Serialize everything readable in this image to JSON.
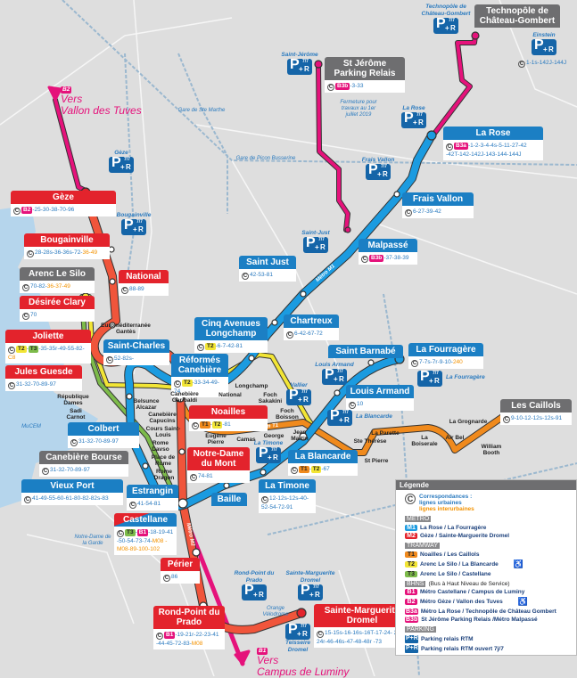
{
  "colors": {
    "metro1": "#1b7fc4",
    "metro2": "#e3232c",
    "tram1": "#f08a1d",
    "tram2": "#f2e535",
    "tram3": "#7dbb4a",
    "bhns": "#e5127b",
    "parking": "#1565a8",
    "water": "#b5d5ec"
  },
  "stations": [
    {
      "id": "geze",
      "name": "Gèze",
      "hd": "m2",
      "badges": [
        "B2"
      ],
      "lines": "25-30-38-70-96",
      "inter": ""
    },
    {
      "id": "bougainville",
      "name": "Bougainville",
      "hd": "m2",
      "badges": [],
      "lines": "28-28s-36-36s-72-",
      "inter": "36-49"
    },
    {
      "id": "national",
      "name": "National",
      "hd": "m2",
      "badges": [],
      "lines": "88-89",
      "inter": ""
    },
    {
      "id": "arenc",
      "name": "Arenc Le Silo",
      "hd": "grey",
      "badges": [],
      "lines": "70-82-",
      "inter": "36-37-49"
    },
    {
      "id": "clary",
      "name": "Désirée Clary",
      "hd": "m2",
      "badges": [],
      "lines": "70",
      "inter": ""
    },
    {
      "id": "joliette",
      "name": "Joliette",
      "hd": "m2",
      "badges": [
        "T2",
        "T3"
      ],
      "lines": "35-35r-49-55-82-",
      "inter": "C8"
    },
    {
      "id": "guesde",
      "name": "Jules Guesde",
      "hd": "m2",
      "badges": [],
      "lines": "31-32-70-89-97",
      "inter": ""
    },
    {
      "id": "stcharles",
      "name": "Saint-Charles",
      "hd": "m1",
      "badges": [],
      "lines": "52-82s-",
      "inter": ""
    },
    {
      "id": "colbert",
      "name": "Colbert",
      "hd": "m1",
      "badges": [],
      "lines": "31-32-70-89-97",
      "inter": ""
    },
    {
      "id": "bourse",
      "name": "Canebière Bourse",
      "hd": "grey",
      "badges": [],
      "lines": "31-32-70-89-97",
      "inter": ""
    },
    {
      "id": "vieuxport",
      "name": "Vieux Port",
      "hd": "m1",
      "badges": [],
      "lines": "41-49-55-60-61-80-82-82s-83",
      "inter": ""
    },
    {
      "id": "estrangin",
      "name": "Estrangin",
      "hd": "m1",
      "badges": [],
      "lines": "41-54-81",
      "inter": ""
    },
    {
      "id": "castellane",
      "name": "Castellane",
      "hd": "mix",
      "badges": [
        "T3",
        "B1"
      ],
      "lines": "18-19-41 -50-54-73-74-",
      "inter": "M08 -M08-89-100-102"
    },
    {
      "id": "perier",
      "name": "Périer",
      "hd": "m2",
      "badges": [],
      "lines": "86",
      "inter": ""
    },
    {
      "id": "prado",
      "name": "Rond-Point du Prado",
      "hd": "m2",
      "badges": [
        "B1"
      ],
      "lines": "19-21r-22-23-41 -44-45-72-83-",
      "inter": "M08"
    },
    {
      "id": "dromel",
      "name": "Sainte-Marguerite Dromel",
      "hd": "m2",
      "badges": [],
      "lines": "15-15s-16-16s-16T-17-24- 24s-24r-46-46s-47-48-48r -73",
      "inter": ""
    },
    {
      "id": "reformes",
      "name": "Réformés Canebière",
      "hd": "m1",
      "badges": [
        "T2"
      ],
      "lines": "33-34-49-74",
      "inter": ""
    },
    {
      "id": "noailles",
      "name": "Noailles",
      "hd": "m2",
      "badges": [
        "T1",
        "T2"
      ],
      "lines": "81",
      "inter": ""
    },
    {
      "id": "ndmont",
      "name": "Notre-Dame du Mont",
      "hd": "m2",
      "badges": [],
      "lines": "74-81",
      "inter": ""
    },
    {
      "id": "cinqav",
      "name": "Cinq Avenues Longchamp",
      "hd": "m1",
      "badges": [
        "T2"
      ],
      "lines": "6-7-42-81",
      "inter": ""
    },
    {
      "id": "chartreux",
      "name": "Chartreux",
      "hd": "m1",
      "badges": [],
      "lines": "6-42-67-72",
      "inter": ""
    },
    {
      "id": "saintjust",
      "name": "Saint Just",
      "hd": "m1",
      "badges": [],
      "lines": "42-53-81",
      "inter": ""
    },
    {
      "id": "malpasse",
      "name": "Malpassé",
      "hd": "m1",
      "badges": [
        "B3b"
      ],
      "lines": "37-38-39",
      "inter": ""
    },
    {
      "id": "fraisvallon",
      "name": "Frais Vallon",
      "hd": "m1",
      "badges": [],
      "lines": "6-27-39-42",
      "inter": ""
    },
    {
      "id": "larose",
      "name": "La Rose",
      "hd": "m1",
      "badges": [
        "B3a"
      ],
      "lines": "1-2-3-4-4s-5-11-27-42 -42T-142-142J-143-144-144J",
      "inter": ""
    },
    {
      "id": "stjerome",
      "name": "St Jérôme Parking Relais",
      "hd": "grey",
      "badges": [
        "B3b"
      ],
      "lines": "3-33",
      "inter": ""
    },
    {
      "id": "techno",
      "name": "Technopôle de Château-Gombert",
      "hd": "grey",
      "badges": [],
      "lines": null,
      "inter": ""
    },
    {
      "id": "barnabe",
      "name": "Saint Barnabé",
      "hd": "m1",
      "badges": [],
      "lines": null,
      "inter": ""
    },
    {
      "id": "fourragere",
      "name": "La Fourragère",
      "hd": "m1",
      "badges": [],
      "lines": "7-7s-7r-9-10-",
      "inter": "240"
    },
    {
      "id": "louisarmand",
      "name": "Louis Armand",
      "hd": "m1",
      "badges": [],
      "lines": "10",
      "inter": ""
    },
    {
      "id": "blancarde",
      "name": "La Blancarde",
      "hd": "m1",
      "badges": [
        "T1",
        "T2"
      ],
      "lines": "67",
      "inter": ""
    },
    {
      "id": "timone",
      "name": "La Timone",
      "hd": "m1",
      "badges": [],
      "lines": "12-12s-12s-40- 52-54-72-91",
      "inter": ""
    },
    {
      "id": "baille",
      "name": "Baille",
      "hd": "m1",
      "badges": [],
      "lines": null,
      "inter": ""
    },
    {
      "id": "caillols",
      "name": "Les Caillols",
      "hd": "grey",
      "badges": [],
      "lines": "9-10-12-12s-12s-91",
      "inter": ""
    }
  ],
  "einstein_lines": "1-1s-142J-144J",
  "small_stops": [
    "Euroméditerranée Gantès",
    "République Dames",
    "Sadi Carnot",
    "Belsunce Alcazar",
    "Canebière Capucins",
    "Cours Saint-Louis",
    "Rome Davso",
    "Place de Rome",
    "Rome Dragon",
    "Canebière Garibaldi",
    "National",
    "Longchamp",
    "Foch Sakakini",
    "Foch Boisson",
    "Eugène Pierre",
    "Camas",
    "George",
    "Jean Martin",
    "La Parette",
    "Ste Thérèse",
    "St Pierre",
    "La Boiserale",
    "Air Bel",
    "La Grognarde",
    "William Booth"
  ],
  "places": [
    "Gare de Ste Marthe",
    "Gare de Picon Busserine",
    "MuCEM",
    "Notre-Dame de la Garde",
    "Orange Vélodrome",
    "Fermeture pour travaux au 1er juillet 2019"
  ],
  "parkings": [
    {
      "label": "Gèze",
      "s77": true
    },
    {
      "label": "Bougainville",
      "s77": true
    },
    {
      "label": "Saint-Jérôme",
      "s77": true
    },
    {
      "label": "Technopôle de Château-Gombert",
      "s77": true
    },
    {
      "label": "Einstein",
      "s77": false
    },
    {
      "label": "La Rose",
      "s77": true
    },
    {
      "label": "Frais Vallon",
      "s77": true
    },
    {
      "label": "Saint-Just",
      "s77": true
    },
    {
      "label": "Vallier",
      "s77": true
    },
    {
      "label": "Louis Armand",
      "s77": true
    },
    {
      "label": "La Fourragère",
      "s77": true
    },
    {
      "label": "La Blancarde",
      "s77": true
    },
    {
      "label": "La Timone",
      "s77": true
    },
    {
      "label": "Rond-Point du Prado",
      "s77": false
    },
    {
      "label": "Sainte-Marguerite Dromel",
      "s77": true
    },
    {
      "label": "Teisseire Dromel",
      "s77": true
    }
  ],
  "line_names": {
    "m1": "Métro M1",
    "m2": "Métro M2",
    "t1": "Tram T1"
  },
  "vers": [
    {
      "badge": "B2",
      "line1": "Vers",
      "line2": "Vallon des Tuves"
    },
    {
      "badge": "B1",
      "line1": "Vers",
      "line2": "Campus de Luminy"
    }
  ],
  "legend": {
    "title": "Légende",
    "corr": "Correspondances :",
    "urban": "lignes urbaines",
    "inter": "lignes interurbaines",
    "metro": "METRO",
    "m": [
      {
        "b": "M1",
        "t": "La Rose / La Fourragère"
      },
      {
        "b": "M2",
        "t": "Gèze / Sainte-Marguerite Dromel"
      }
    ],
    "tram": "TRAMWAY",
    "t": [
      {
        "b": "T1",
        "t": "Noailles / Les Caillols"
      },
      {
        "b": "T2",
        "t": "Arenc Le Silo / La Blancarde"
      },
      {
        "b": "T3",
        "t": "Arenc Le Silo / Castellane"
      }
    ],
    "bhns": "BHNS",
    "bhns_sub": "(Bus à Haut Niveau de Service)",
    "b": [
      {
        "b": "B1",
        "t": "Métro Castellane / Campus de Luminy"
      },
      {
        "b": "B2",
        "t": "Métro Gèze / Vallon des Tuves"
      },
      {
        "b": "B3a",
        "t": "Métro La Rose / Technopôle de Château Gombert"
      },
      {
        "b": "B3b",
        "t": "St Jérôme Parking Relais /Métro Malpassé"
      }
    ],
    "parking": "PARKING",
    "p": [
      {
        "t": "Parking relais RTM"
      },
      {
        "t": "Parking relais RTM ouvert 7j/7"
      }
    ]
  }
}
